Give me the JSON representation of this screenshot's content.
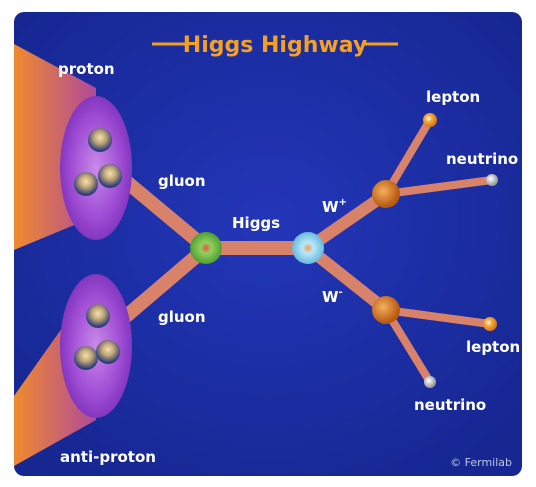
{
  "title": "Higgs Highway",
  "labels": {
    "proton": "proton",
    "anti_proton": "anti-proton",
    "gluon_top": "gluon",
    "gluon_bottom": "gluon",
    "higgs": "Higgs",
    "w_plus": "W",
    "w_plus_sup": "+",
    "w_minus": "W",
    "w_minus_sup": "-",
    "lepton_top": "lepton",
    "neutrino_top": "neutrino",
    "lepton_bottom": "lepton",
    "neutrino_bottom": "neutrino"
  },
  "credit": "© Fermilab",
  "colors": {
    "background": "#1a2fa8",
    "title": "#f4a020",
    "beam": "#e8742a",
    "proton": "#a14fd6",
    "quark": "#d9c49a",
    "track": "#d9826a",
    "gluon_vertex": "#6cc34a",
    "higgs_vertex": "#8fd6f0",
    "w_vertex": "#d9731e",
    "lepton": "#f4a020",
    "neutrino": "#d8d8d8"
  }
}
